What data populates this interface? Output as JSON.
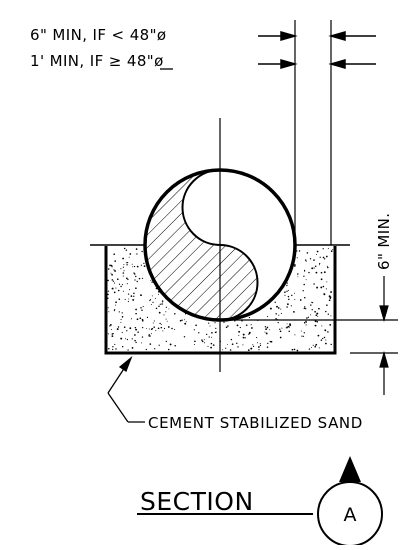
{
  "notes": {
    "line1": "6\" MIN, IF < 48\"ø",
    "line2_prefix": "1' MIN, IF ",
    "line2_op": "≥",
    "line2_suffix": " 48\"ø"
  },
  "dimension_label": "6\" MIN.",
  "callout": "CEMENT STABILIZED SAND",
  "section": {
    "title": "SECTION",
    "marker": "A"
  }
}
